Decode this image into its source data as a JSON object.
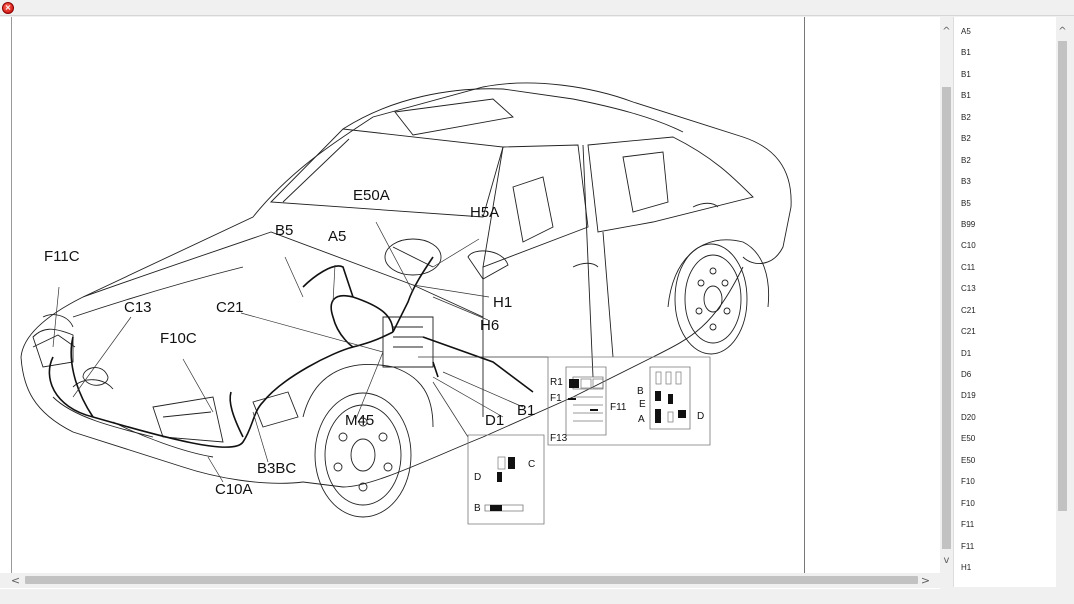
{
  "window": {
    "close_glyph": "×"
  },
  "diagram": {
    "labels": {
      "f11c": "F11C",
      "b5": "B5",
      "a5": "A5",
      "e50a": "E50A",
      "h5a": "H5A",
      "h1": "H1",
      "h6": "H6",
      "c13": "C13",
      "c21": "C21",
      "f10c": "F10C",
      "m45": "M45",
      "d1": "D1",
      "b1": "B1",
      "b3bc": "B3BC",
      "c10a": "C10A"
    },
    "detail_upper": {
      "r1": "R1",
      "f1": "F1",
      "f11": "F11",
      "f13": "F13",
      "b": "B",
      "e": "E",
      "a": "A",
      "d": "D"
    },
    "detail_lower": {
      "c": "C",
      "d": "D",
      "b": "B"
    }
  },
  "component_list": [
    "A5",
    "B1",
    "B1",
    "B1",
    "B2",
    "B2",
    "B2",
    "B3",
    "B5",
    "B99",
    "C10",
    "C11",
    "C13",
    "C21",
    "C21",
    "D1",
    "D6",
    "D19",
    "D20",
    "E50",
    "E50",
    "F10",
    "F10",
    "F11",
    "F11",
    "H1"
  ],
  "scroll": {
    "left_arrow": "<",
    "right_arrow": ">",
    "up_arrow": "^",
    "down_arrow": "v"
  }
}
